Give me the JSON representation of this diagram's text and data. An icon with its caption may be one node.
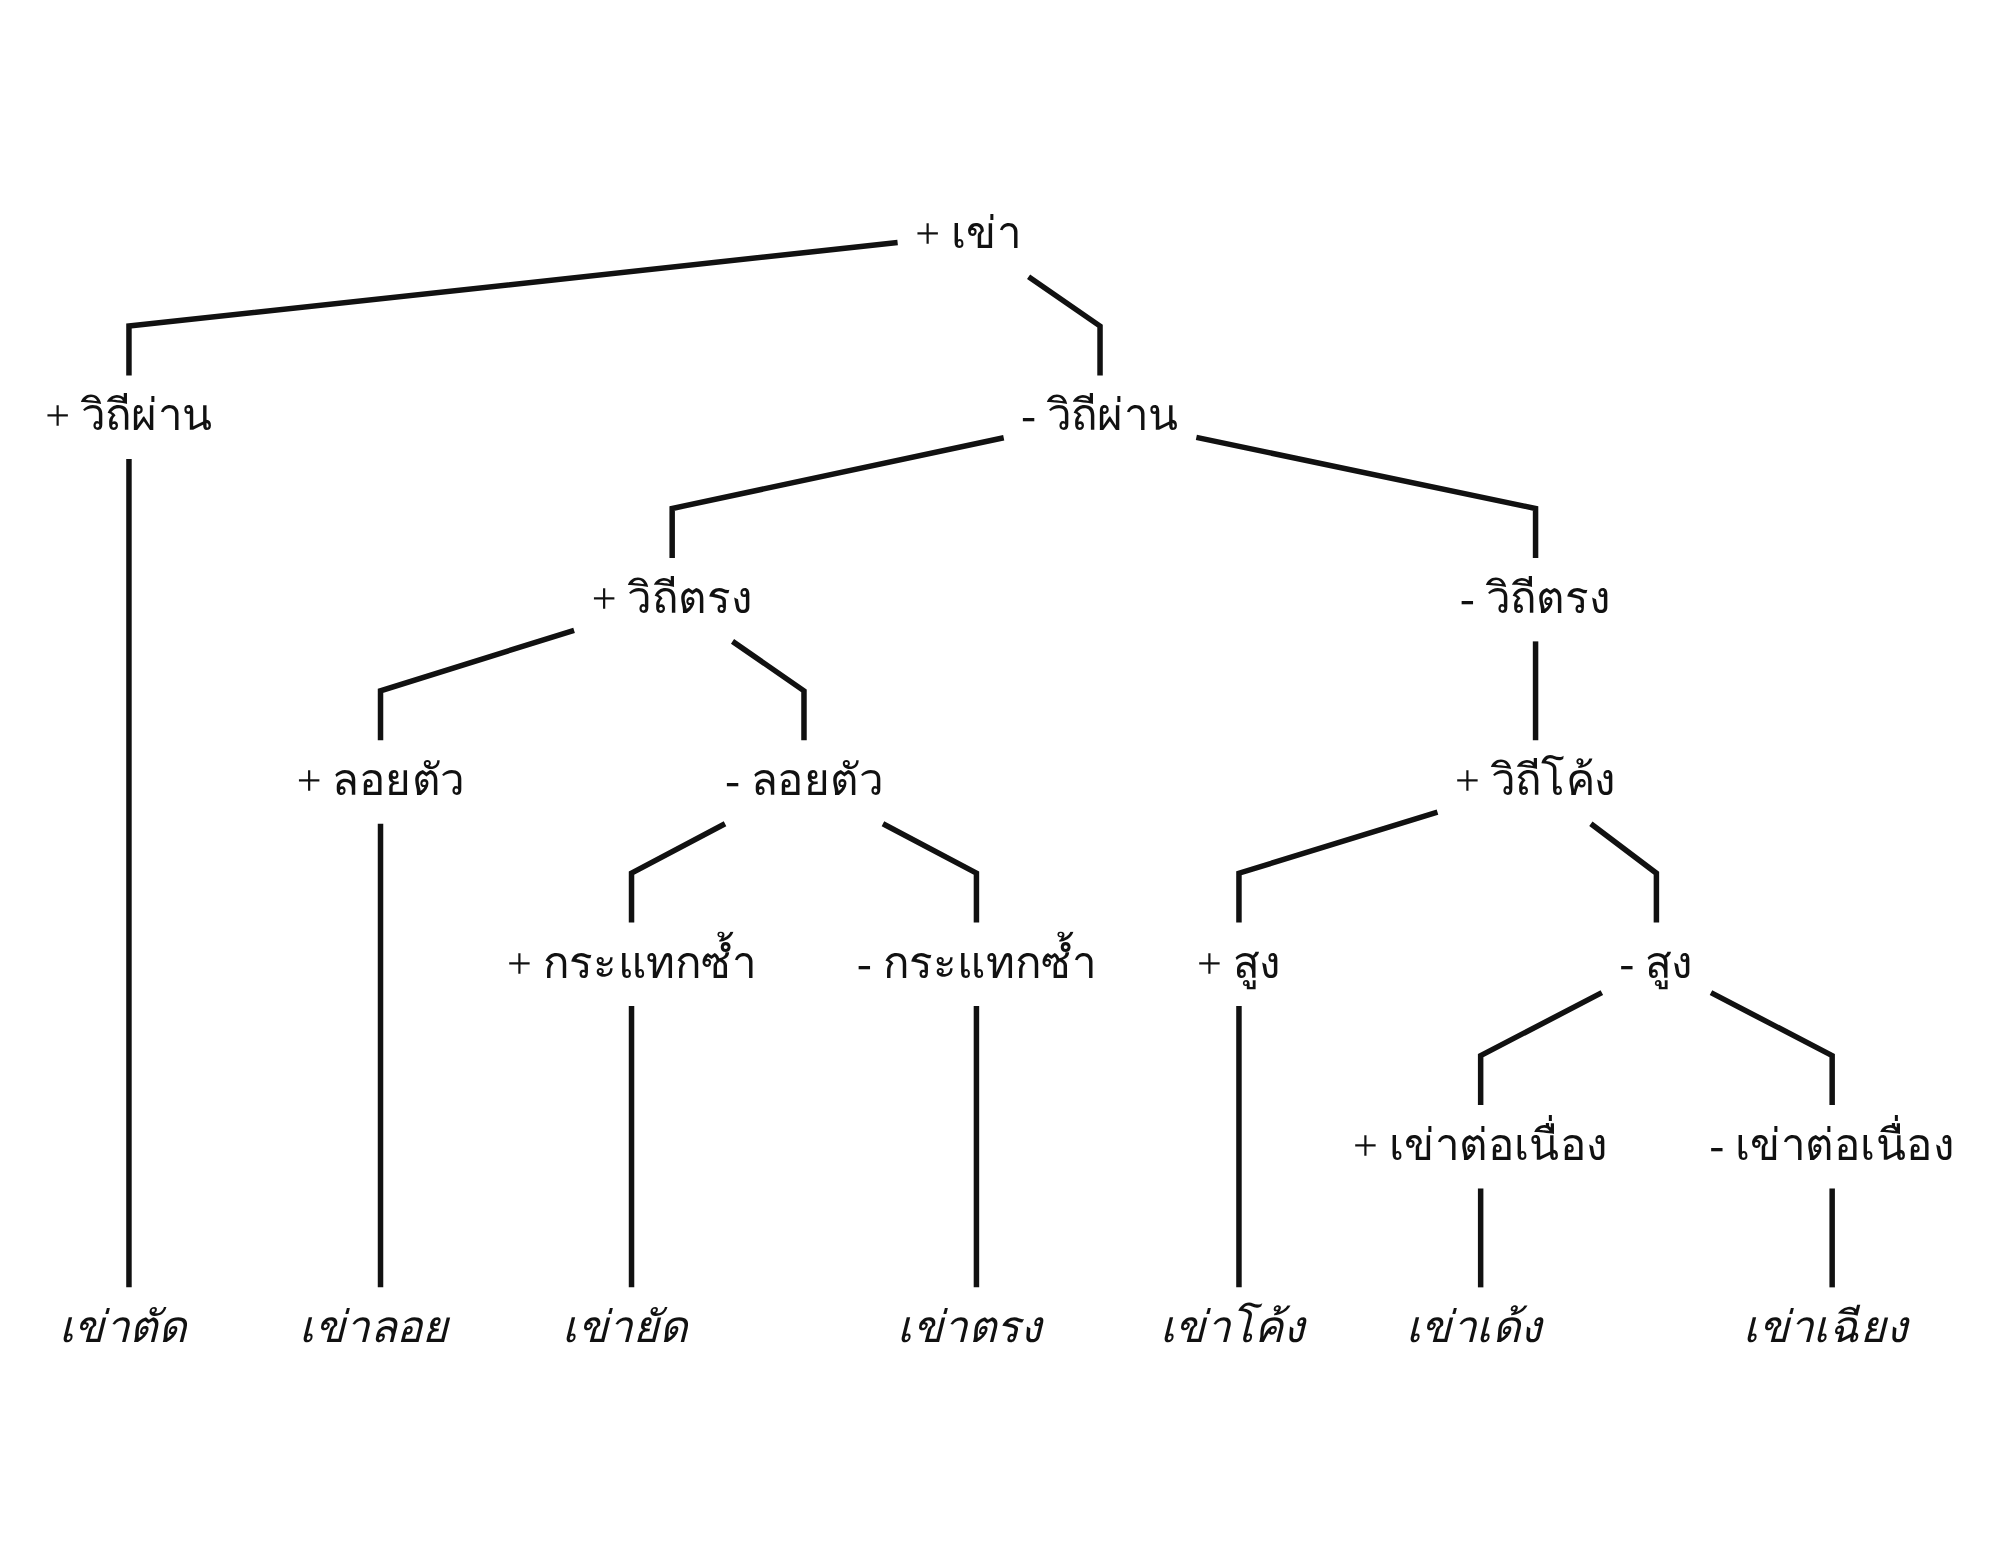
{
  "diagram": {
    "nodes": [
      {
        "text": [
          "+ เข่า"
        ]
      },
      {
        "text": [
          "+ วิถีผ่าน"
        ]
      },
      {
        "text": [
          "- วิถีผ่าน"
        ]
      },
      {
        "text": [
          "+ วิถีตรง"
        ]
      },
      {
        "text": [
          "- วิถีตรง"
        ]
      },
      {
        "text": [
          "+ ลอยตัว"
        ]
      },
      {
        "text": [
          "- ลอยตัว"
        ]
      },
      {
        "text": [
          "+ วิถีโค้ง"
        ]
      },
      {
        "text": [
          "+ กระแทกซ้ำ"
        ]
      },
      {
        "text": [
          "- กระแทกซ้ำ"
        ]
      },
      {
        "text": [
          "+ สูง"
        ]
      },
      {
        "text": [
          "- สูง"
        ]
      },
      {
        "text": [
          "+ เข่าต่อเนื่อง"
        ]
      },
      {
        "text": [
          "- เข่าต่อเนื่อง"
        ]
      },
      {
        "text": [
          "เข่าตัด"
        ]
      },
      {
        "text": [
          "เข่าลอย"
        ]
      },
      {
        "text": [
          "เข่ายัด"
        ]
      },
      {
        "text": [
          "เข่าตรง"
        ]
      },
      {
        "text": [
          "เข่าโค้ง"
        ]
      },
      {
        "text": [
          "เข่าเด้ง"
        ]
      },
      {
        "text": [
          "เข่าเฉียง"
        ]
      }
    ],
    "edges": [
      {
        "from": 0,
        "to": 1,
        "arrow": "none"
      },
      {
        "from": 0,
        "to": 2,
        "arrow": "none"
      },
      {
        "from": 1,
        "to": 14,
        "arrow": "none"
      },
      {
        "from": 2,
        "to": 3,
        "arrow": "none"
      },
      {
        "from": 2,
        "to": 4,
        "arrow": "none"
      },
      {
        "from": 3,
        "to": 5,
        "arrow": "none"
      },
      {
        "from": 3,
        "to": 6,
        "arrow": "none"
      },
      {
        "from": 4,
        "to": 7,
        "arrow": "none"
      },
      {
        "from": 5,
        "to": 15,
        "arrow": "none"
      },
      {
        "from": 6,
        "to": 8,
        "arrow": "none"
      },
      {
        "from": 6,
        "to": 9,
        "arrow": "none"
      },
      {
        "from": 7,
        "to": 10,
        "arrow": "none"
      },
      {
        "from": 7,
        "to": 11,
        "arrow": "none"
      },
      {
        "from": 8,
        "to": 16,
        "arrow": "none"
      },
      {
        "from": 9,
        "to": 17,
        "arrow": "none"
      },
      {
        "from": 10,
        "to": 18,
        "arrow": "none"
      },
      {
        "from": 11,
        "to": 12,
        "arrow": "none"
      },
      {
        "from": 11,
        "to": 13,
        "arrow": "none"
      },
      {
        "from": 12,
        "to": 19,
        "arrow": "none"
      },
      {
        "from": 13,
        "to": 20,
        "arrow": "none"
      }
    ]
  }
}
